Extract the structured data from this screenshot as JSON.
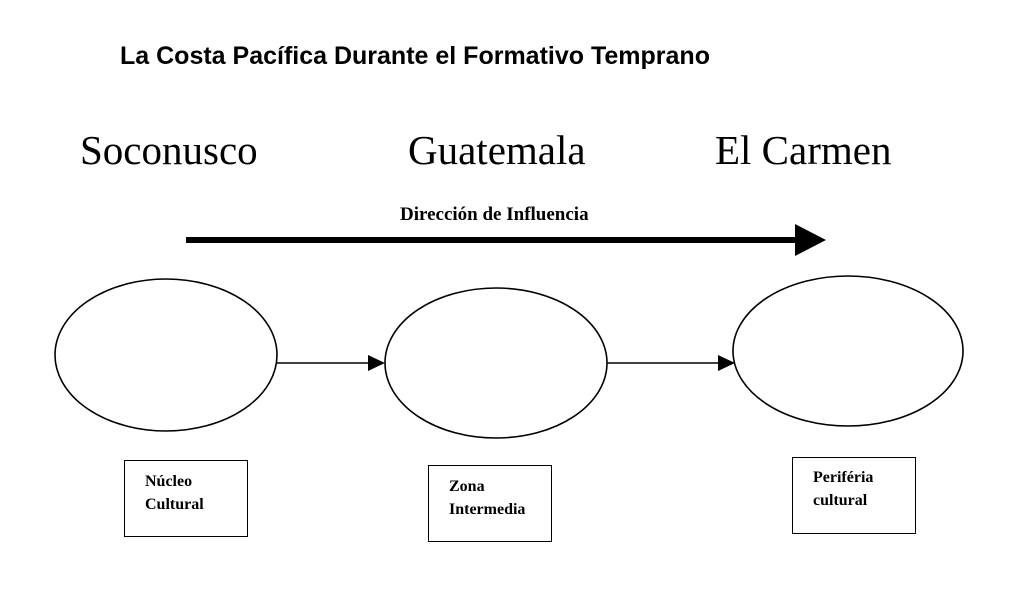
{
  "title": "La Costa Pacífica Durante el Formativo Temprano",
  "regions": [
    "Soconusco",
    "Guatemala",
    "El Carmen"
  ],
  "direction_label": "Dirección de Influencia",
  "zones": [
    {
      "line1": "Núcleo",
      "line2": "Cultural"
    },
    {
      "line1": "Zona",
      "line2": "Intermedia"
    },
    {
      "line1": "Periféria",
      "line2": "cultural"
    }
  ]
}
